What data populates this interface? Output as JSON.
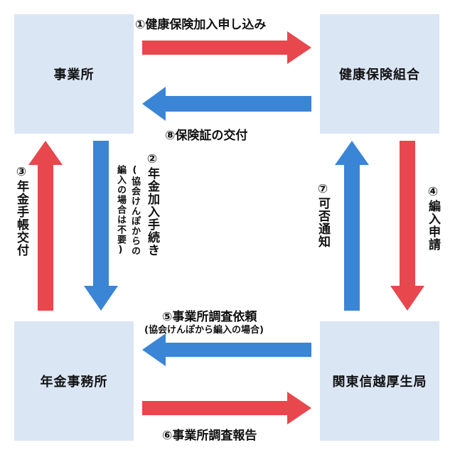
{
  "nodes": {
    "employer": "事業所",
    "health_insurance_union": "健康保険組合",
    "pension_office": "年金事務所",
    "regional_bureau": "関東信越厚生局"
  },
  "flows": {
    "f1": "①健康保険加入申し込み",
    "f2_main": "②年金加入手続き",
    "f2_sub1": "(協会けんぽからの",
    "f2_sub2": "編入の場合は不要)",
    "f3": "③年金手帳交付",
    "f4": "④編入申請",
    "f5_main": "⑤事業所調査依頼",
    "f5_sub": "(協会けんぽから編入の場合)",
    "f6": "⑥事業所調査報告",
    "f7": "⑦可否通知",
    "f8": "⑧保険証の交付"
  },
  "colors": {
    "box_fill": "#dbe6f5",
    "arrow_red": "#e8474d",
    "arrow_blue": "#3a85d6"
  }
}
